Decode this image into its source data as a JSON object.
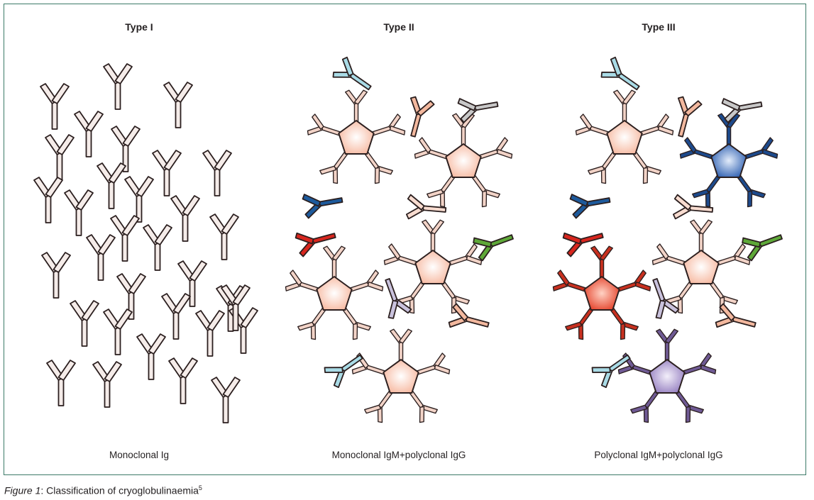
{
  "panels": [
    {
      "title": "Type I",
      "label": "Monoclonal Ig"
    },
    {
      "title": "Type II",
      "label": "Monoclonal IgM+polyclonal IgG"
    },
    {
      "title": "Type III",
      "label": "Polyclonal IgM+polyclonal IgG"
    }
  ],
  "caption": {
    "figure_number": "Figure 1",
    "separator": ":",
    "text": " Classification of cryoglobulinaemia",
    "reference": "5"
  },
  "colors": {
    "outline": "#2b1f1f",
    "frame": "#3c7a68",
    "monoclonal_ig": "#f5ece9",
    "igm_pentamer_peach": "#f9c8b4",
    "igm_pentamer_red": "#e9442a",
    "igm_pentamer_blue": "#2d61b5",
    "igm_pentamer_purple": "#9d86c4",
    "igm_arm_peach": "#f2d3c7",
    "igm_arm_red": "#c8301f",
    "igm_arm_blue": "#1d4a8c",
    "igm_arm_purple": "#6f5a94",
    "igg_light_blue": "#a9dbe6",
    "igg_peach": "#f3b89e",
    "igg_grey": "#c8c8c8",
    "igg_dark_blue": "#1d5a9c",
    "igg_pale_peach": "#f8dcd0",
    "igg_red": "#d8261e",
    "igg_lavender": "#c9c2dd",
    "igg_green": "#5ea838"
  }
}
